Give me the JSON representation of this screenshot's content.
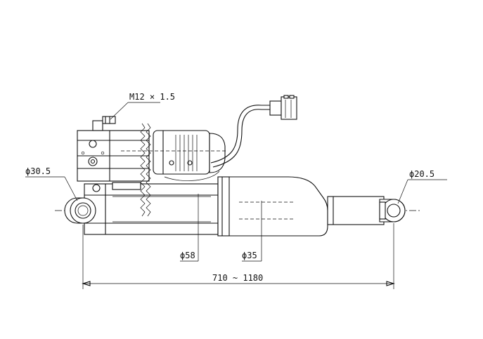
{
  "drawing": {
    "labels": {
      "thread": "M12 × 1.5",
      "pin_left": "ϕ30.5",
      "pin_right": "ϕ20.5",
      "cylinder": "ϕ58",
      "rod": "ϕ35",
      "stroke": "710 ~ 1180"
    }
  }
}
